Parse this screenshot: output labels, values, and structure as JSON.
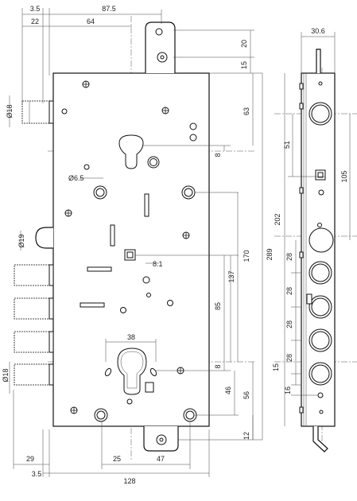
{
  "dimensions_top": {
    "d35": "3.5",
    "d875": "87.5",
    "d22": "22",
    "d64": "64",
    "d306": "30.6"
  },
  "dimensions_right": {
    "d20": "20",
    "d15a": "15",
    "d63": "63",
    "d8a": "8",
    "d170": "170",
    "d289": "289",
    "d137": "137",
    "d85": "85",
    "d8b": "8",
    "d46": "46",
    "d56": "56",
    "d12": "12",
    "d202": "202"
  },
  "dimensions_side": {
    "d51": "51",
    "d105": "105",
    "d28a": "28",
    "d28b": "28",
    "d28c": "28",
    "d28d": "28",
    "d15b": "15",
    "d16": "16"
  },
  "dimensions_inner": {
    "d65": "Ø6.5",
    "d81": "8.1",
    "d38": "38"
  },
  "dimensions_left": {
    "d18a": "Ø18",
    "d19": "Ø19",
    "d18b": "Ø18"
  },
  "dimensions_bottom": {
    "d29": "29",
    "d35b": "3.5",
    "d25": "25",
    "d47": "47",
    "d128": "128"
  }
}
